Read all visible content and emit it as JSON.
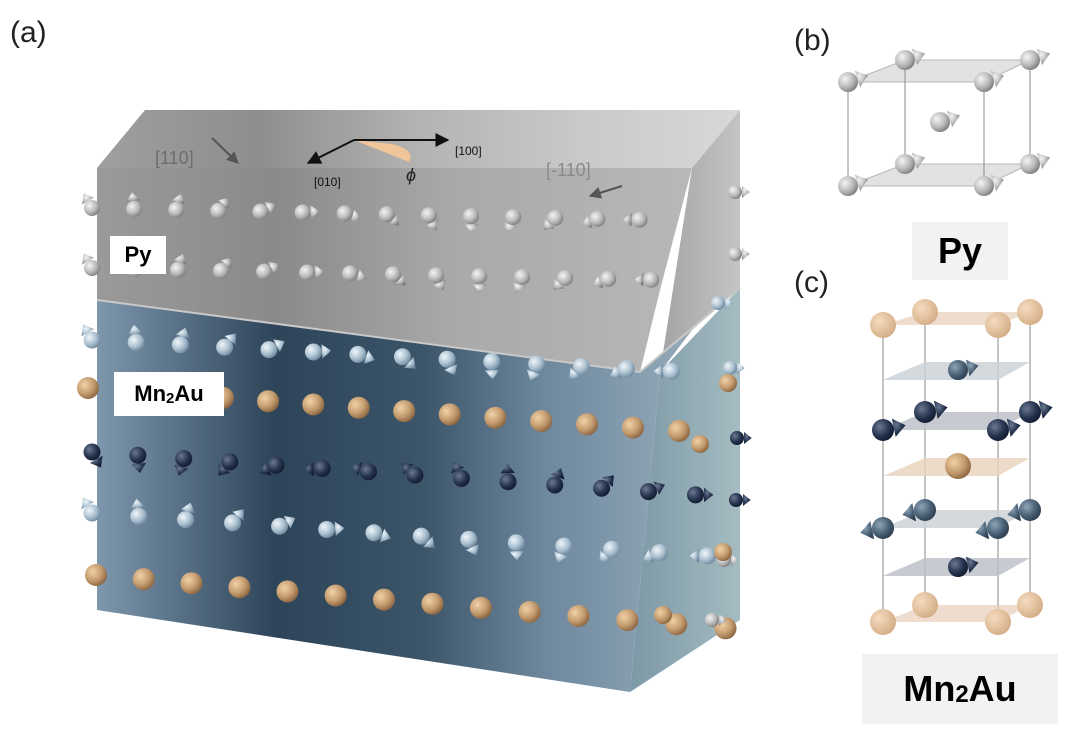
{
  "panels": {
    "a": "(a)",
    "b": "(b)",
    "c": "(c)"
  },
  "slab": {
    "top_layer_label": "Py",
    "bottom_layer_prefix": "Mn",
    "bottom_layer_sub": "2",
    "bottom_layer_suffix": "Au",
    "direction_110": "[110]",
    "direction_m110": "[-110]",
    "direction_100": "[100]",
    "direction_010": "[010]",
    "angle_symbol": "ϕ"
  },
  "cell_b": {
    "label": "Py"
  },
  "cell_c": {
    "label_prefix": "Mn",
    "label_sub": "2",
    "label_suffix": "Au"
  },
  "colors": {
    "py_gray": "#a9a9a9",
    "mn2au_blue": "#5a7c96",
    "au_sphere": "#c39a6e",
    "mn_dark": "#1e2946",
    "mn_mid": "#40566c",
    "angle_fill": "#f1c59a"
  }
}
